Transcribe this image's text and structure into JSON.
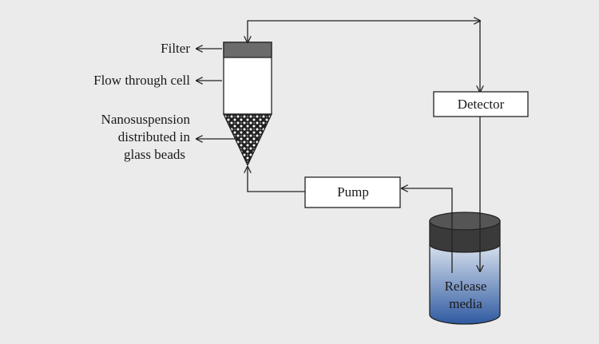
{
  "labels": {
    "filter": "Filter",
    "flow_through_cell": "Flow through cell",
    "nanosuspension_line1": "Nanosuspension",
    "nanosuspension_line2": "distributed in",
    "nanosuspension_line3": "glass beads",
    "detector": "Detector",
    "pump": "Pump",
    "release_line1": "Release",
    "release_line2": "media"
  },
  "colors": {
    "background": "#ebebeb",
    "filter_cap": "#6b6b6b",
    "jar_lid": "#3a3a3a",
    "release_media_top": "#d9e2ef",
    "release_media_bottom": "#2f5aa0"
  }
}
